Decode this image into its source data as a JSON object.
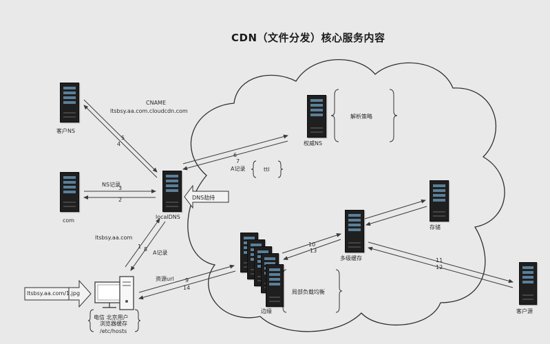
{
  "title": "CDN（文件分发）核心服务内容",
  "nodes": {
    "customer_ns": "客户NS",
    "com": "com",
    "local_dns": "localDNS",
    "auth_ns": "权威NS",
    "edge": "边缘",
    "multi_cache": "多级缓存",
    "storage": "存储",
    "origin": "客户源",
    "user": "电信 北京用户",
    "url_input": "ltsbsy.aa.com/1.jpg"
  },
  "labels": {
    "cname_title": "CNAME",
    "cname_value": "ltsbsy.aa.com.cloudcdn.com",
    "ns_record": "NS记录",
    "a_record_auth": "A记录",
    "ttl": "ttl",
    "dns_hijack": "DNS劫持",
    "query_domain": "ltsbsy.aa.com",
    "a_record_user": "A记录",
    "resource_url": "资源url",
    "parse_schedule": "解析策略",
    "local_lb": "局部负载均衡",
    "browser_cache": "浏览器缓存",
    "hosts_file": "/etc/hosts"
  },
  "steps": {
    "s1": "1",
    "s2": "2",
    "s3": "3",
    "s4": "4",
    "s5": "5",
    "s6": "6",
    "s7": "7",
    "s8": "8",
    "s9": "9",
    "s10": "10",
    "s11": "11",
    "s12": "12",
    "s13": "13",
    "s14": "14"
  },
  "colors": {
    "background": "#e9e9e9",
    "server_body": "#1f1f1f",
    "server_panel": "#5b7f99",
    "line": "#3a3a3a"
  },
  "icons": [
    "server-icon",
    "user-computer-icon",
    "arrow-right-icon",
    "cloud-shape"
  ]
}
